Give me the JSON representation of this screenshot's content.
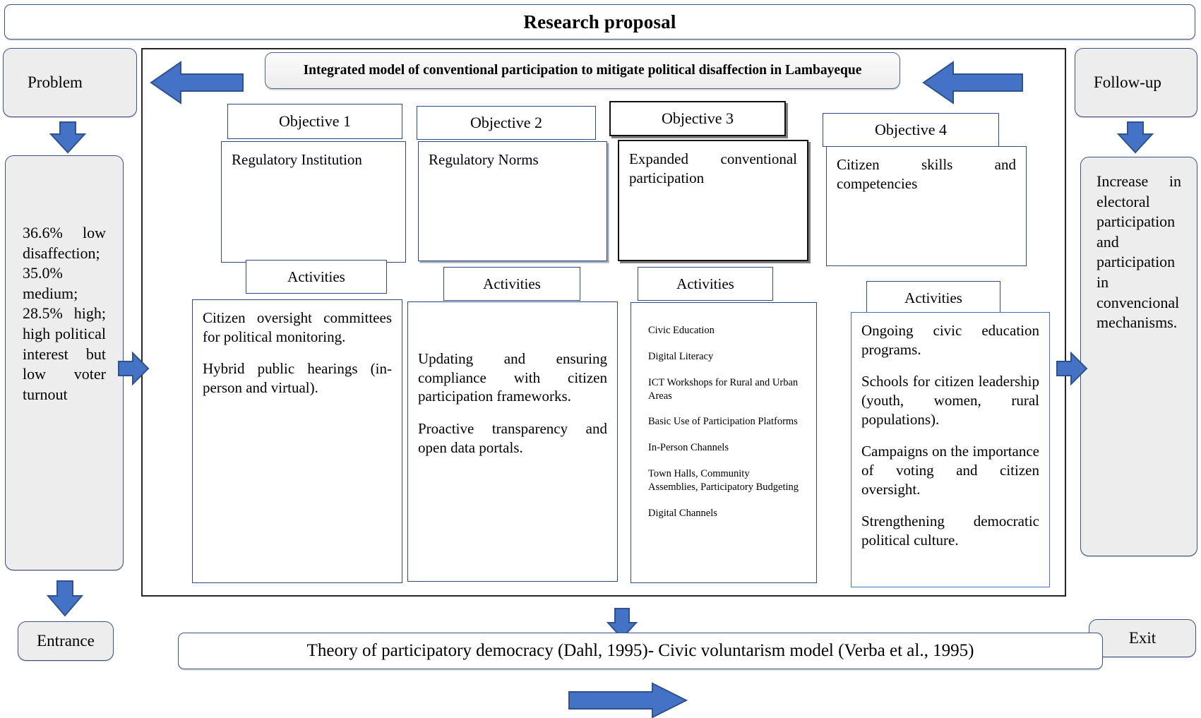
{
  "header": {
    "banner_title": "Research proposal",
    "model_title": "Integrated model of conventional participation to mitigate political disaffection in Lambayeque"
  },
  "left_column": {
    "problem_label": "Problem",
    "problem_text": "36.6% low disaffection; 35.0% medium; 28.5% high; high political interest but low voter turnout",
    "entrance_label": "Entrance"
  },
  "right_column": {
    "followup_label": "Follow-up",
    "outcome_text": "Increase in electoral participation and participation in convencional mechanisms.",
    "exit_label": "Exit"
  },
  "objectives": [
    {
      "title": "Objective 1",
      "result": "Regulatory Institution",
      "activities_label": "Activities",
      "activities": [
        "Citizen oversight committees for political monitoring.",
        "Hybrid public hearings (in-person and virtual)."
      ]
    },
    {
      "title": "Objective 2",
      "result": "Regulatory Norms",
      "activities_label": "Activities",
      "activities": [
        "Updating and ensuring compliance with citizen participation frameworks.",
        "Proactive transparency and open data portals."
      ]
    },
    {
      "title": "Objective 3",
      "result": "Expanded conventional participation",
      "activities_label": "Activities",
      "activities": [
        "Civic Education",
        "Digital Literacy",
        "ICT Workshops for Rural and Urban Areas",
        "Basic Use of Participation Platforms",
        "In-Person Channels",
        "Town Halls, Community Assemblies, Participatory Budgeting",
        "Digital Channels"
      ]
    },
    {
      "title": "Objective 4",
      "result": "Citizen skills and competencies",
      "activities_label": "Activities",
      "activities": [
        "Ongoing civic education programs.",
        "Schools for citizen leadership (youth, women, rural populations).",
        "Campaigns on the importance of voting and citizen oversight.",
        "Strengthening democratic political culture."
      ]
    }
  ],
  "footer": {
    "theory_text": "Theory of participatory democracy (Dahl, 1995)- Civic voluntarism model (Verba et al., 1995)"
  },
  "colors": {
    "arrow_blue": "#4472C4",
    "arrow_blue_stroke": "#2F528F",
    "box_border_navy": "#2E4A7D",
    "pill_fill": "#EDEDED",
    "frame_border": "#262626"
  }
}
